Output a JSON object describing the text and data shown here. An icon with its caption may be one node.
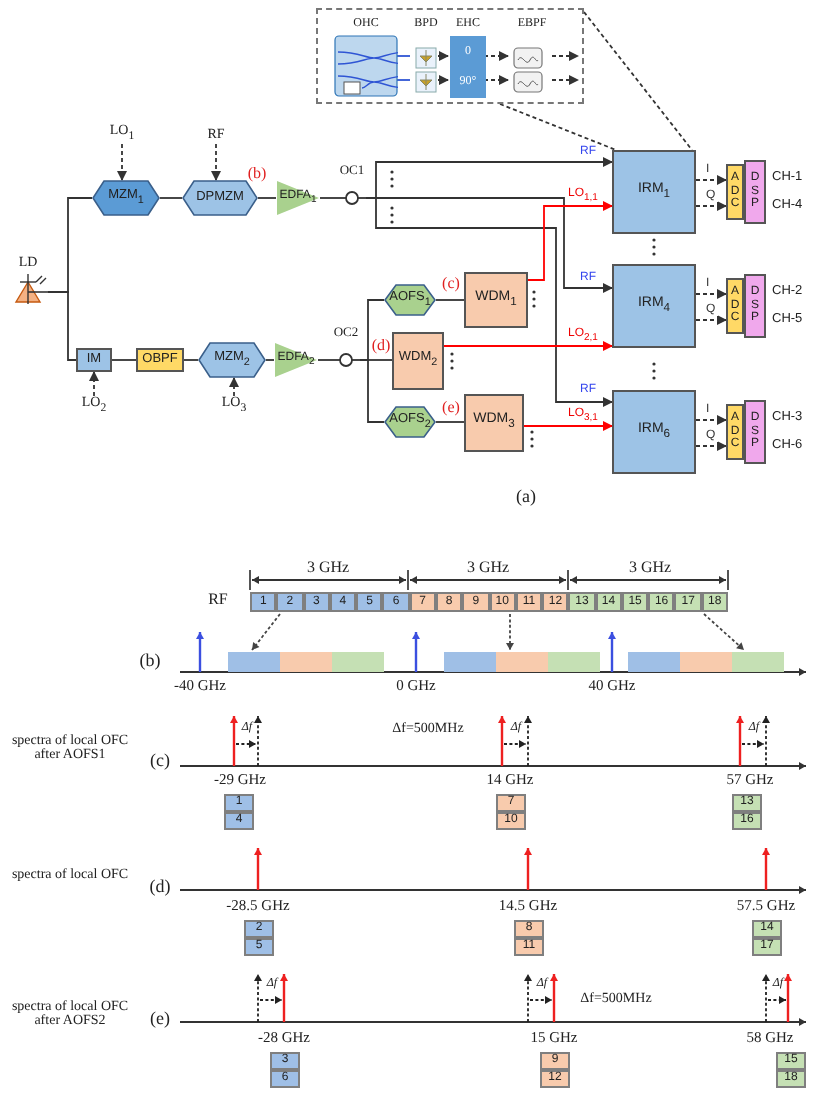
{
  "diagram": {
    "nodes": [
      {
        "text": [],
        "shape": "box"
      },
      {
        "text": [
          "OHC"
        ],
        "in": 0
      },
      {
        "text": [
          "BPD"
        ],
        "in": 0
      },
      {
        "text": [
          "EHC",
          "0",
          "90°"
        ],
        "in": 0
      },
      {
        "text": [
          "EBPF"
        ],
        "in": 0
      },
      {
        "text": [
          "LO$_{1}$"
        ]
      },
      {
        "text": [
          "RF"
        ]
      },
      {
        "text": [
          "MZM$_{1}$"
        ]
      },
      {
        "text": [
          "DPMZM"
        ]
      },
      {
        "text": [
          "EDFA$_{1}$"
        ]
      },
      {
        "text": [
          "OC1"
        ]
      },
      {
        "text": [
          "IRM$_{1}$"
        ]
      },
      {
        "text": [
          "A D C"
        ]
      },
      {
        "text": [
          "D S P"
        ],
        "beside": [
          "CH-1",
          "CH-4"
        ]
      },
      {
        "text": [
          "LD"
        ]
      },
      {
        "text": [
          "AOFS$_{1}$"
        ]
      },
      {
        "text": [
          "WDM$_{1}$"
        ]
      },
      {
        "text": [
          "IRM$_{4}$"
        ]
      },
      {
        "text": [
          "A D C"
        ]
      },
      {
        "text": [
          "D S P"
        ],
        "beside": [
          "CH-2",
          "CH-5"
        ]
      },
      {
        "text": [
          "IM"
        ]
      },
      {
        "text": [
          "OBPF"
        ]
      },
      {
        "text": [
          "MZM$_{2}$"
        ]
      },
      {
        "text": [
          "EDFA$_{2}$"
        ]
      },
      {
        "text": [
          "OC2"
        ]
      },
      {
        "text": [
          "WDM$_{2}$"
        ]
      },
      {
        "text": [
          "LO$_{2}$"
        ]
      },
      {
        "text": [
          "LO$_{3}$"
        ]
      },
      {
        "text": [
          "AOFS$_{2}$"
        ]
      },
      {
        "text": [
          "WDM$_{3}$"
        ]
      },
      {
        "text": [
          "IRM$_{6}$"
        ]
      },
      {
        "text": [
          "A D C"
        ]
      },
      {
        "text": [
          "D S P"
        ],
        "beside": [
          "CH-3",
          "CH-6"
        ]
      }
    ],
    "edges": [
      {
        "from": 14,
        "to": 7,
        "arrow": "none"
      },
      {
        "from": 14,
        "to": 20,
        "arrow": "none"
      },
      {
        "from": 5,
        "to": 7,
        "arrow": "to",
        "style": "dashed"
      },
      {
        "from": 7,
        "to": 8,
        "arrow": "none"
      },
      {
        "from": 6,
        "to": 8,
        "arrow": "to",
        "style": "dashed"
      },
      {
        "from": 8,
        "to": 9,
        "arrow": "none"
      },
      {
        "from": 9,
        "to": 10,
        "arrow": "none"
      },
      {
        "from": 10,
        "to": 11,
        "arrow": "to",
        "label": "RF"
      },
      {
        "from": 10,
        "to": 17,
        "arrow": "to",
        "label": "RF"
      },
      {
        "from": 10,
        "to": 30,
        "arrow": "to",
        "label": "RF"
      },
      {
        "from": 26,
        "to": 20,
        "arrow": "to",
        "style": "dashed"
      },
      {
        "from": 20,
        "to": 21,
        "arrow": "none"
      },
      {
        "from": 21,
        "to": 22,
        "arrow": "none"
      },
      {
        "from": 27,
        "to": 22,
        "arrow": "to",
        "style": "dashed"
      },
      {
        "from": 22,
        "to": 23,
        "arrow": "none"
      },
      {
        "from": 23,
        "to": 24,
        "arrow": "none"
      },
      {
        "from": 24,
        "to": 15,
        "arrow": "none"
      },
      {
        "from": 24,
        "to": 25,
        "arrow": "none"
      },
      {
        "from": 24,
        "to": 28,
        "arrow": "none"
      },
      {
        "from": 15,
        "to": 16,
        "arrow": "none"
      },
      {
        "from": 28,
        "to": 29,
        "arrow": "none"
      },
      {
        "from": 16,
        "to": 11,
        "arrow": "to",
        "label": "LO$_{1,1}$",
        "color": "#ff0000"
      },
      {
        "from": 25,
        "to": 17,
        "arrow": "to",
        "label": "LO$_{2,1}$",
        "color": "#ff0000"
      },
      {
        "from": 29,
        "to": 30,
        "arrow": "to",
        "label": "LO$_{3,1}$",
        "color": "#ff0000"
      },
      {
        "from": 11,
        "to": 12,
        "arrow": "to",
        "label": "I",
        "style": "dashed"
      },
      {
        "from": 11,
        "to": 12,
        "arrow": "to",
        "label": "Q",
        "style": "dashed"
      },
      {
        "from": 17,
        "to": 18,
        "arrow": "to",
        "label": "I",
        "style": "dashed"
      },
      {
        "from": 17,
        "to": 18,
        "arrow": "to",
        "label": "Q",
        "style": "dashed"
      },
      {
        "from": 30,
        "to": 31,
        "arrow": "to",
        "label": "I",
        "style": "dashed"
      },
      {
        "from": 30,
        "to": 31,
        "arrow": "to",
        "label": "Q",
        "style": "dashed"
      },
      {
        "from": 0,
        "to": 11,
        "arrow": "none",
        "style": "dashed"
      },
      {
        "from": 0,
        "to": 11,
        "arrow": "none",
        "style": "dashed"
      },
      {
        "from": 1,
        "to": 2,
        "arrow": "none",
        "color": "#2f55d4"
      },
      {
        "from": 1,
        "to": 2,
        "arrow": "none",
        "color": "#2f55d4"
      },
      {
        "from": 2,
        "to": 3,
        "arrow": "to",
        "style": "dashed"
      },
      {
        "from": 2,
        "to": 3,
        "arrow": "to",
        "style": "dashed"
      },
      {
        "from": 3,
        "to": 4,
        "arrow": "to",
        "style": "dashed"
      },
      {
        "from": 3,
        "to": 4,
        "arrow": "to",
        "style": "dashed"
      },
      {
        "from": 4,
        "to": null,
        "arrow": "to",
        "style": "dashed"
      },
      {
        "from": 4,
        "to": null,
        "arrow": "to",
        "style": "dashed"
      }
    ],
    "labels": [
      "(b)",
      "(c)",
      "(d)",
      "(e)",
      "(a)",
      "3 GHz",
      "3 GHz",
      "3 GHz",
      "RF",
      "1",
      "2",
      "3",
      "4",
      "5",
      "6",
      "7",
      "8",
      "9",
      "10",
      "11",
      "12",
      "13",
      "14",
      "15",
      "16",
      "17",
      "18",
      "(b)",
      "-40 GHz",
      "0 GHz",
      "40 GHz",
      "spectra of local OFC after AOFS1",
      "(c)",
      "Δf",
      "Δf=500MHz",
      "Δf",
      "Δf",
      "-29 GHz",
      "14 GHz",
      "57 GHz",
      "1",
      "7",
      "13",
      "4",
      "10",
      "16",
      "spectra of local OFC",
      "(d)",
      "-28.5 GHz",
      "14.5 GHz",
      "57.5 GHz",
      "2",
      "8",
      "14",
      "5",
      "11",
      "17",
      "spectra of local OFC after AOFS2",
      "(e)",
      "Δf",
      "Δf",
      "Δf=500MHz",
      "Δf",
      "-28 GHz",
      "15 GHz",
      "58 GHz",
      "3",
      "9",
      "15",
      "6",
      "12",
      "18"
    ]
  }
}
